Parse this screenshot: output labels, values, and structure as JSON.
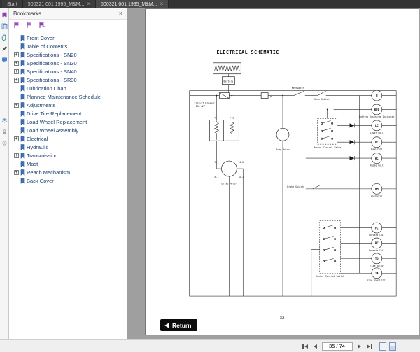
{
  "tab_bar": {
    "close_glyph": "×",
    "tabs": [
      {
        "label": "Start"
      },
      {
        "label": "500321 001 1995_M&M..."
      },
      {
        "label": "500321 001 1995_M&M..."
      }
    ]
  },
  "bookmarks_panel": {
    "title": "Bookmarks",
    "close_glyph": "×",
    "items": [
      {
        "label": "Front Cover",
        "expander": ""
      },
      {
        "label": "Table of Contents",
        "expander": ""
      },
      {
        "label": "Specifications - SN20",
        "expander": "+"
      },
      {
        "label": "Specifications - SN30",
        "expander": "+"
      },
      {
        "label": "Specifications - SN40",
        "expander": "+"
      },
      {
        "label": "Specifications - SR30",
        "expander": "+"
      },
      {
        "label": "Lubrication Chart",
        "expander": ""
      },
      {
        "label": "Planned Maintenance Schedule",
        "expander": ""
      },
      {
        "label": "Adjustments",
        "expander": "+"
      },
      {
        "label": "Drive Tire Replacement",
        "expander": ""
      },
      {
        "label": "Load Wheel Replacement",
        "expander": ""
      },
      {
        "label": "Load Wheel Assembly",
        "expander": ""
      },
      {
        "label": "Electrical",
        "expander": "+"
      },
      {
        "label": "Hydraulic",
        "expander": ""
      },
      {
        "label": "Transmission",
        "expander": "+"
      },
      {
        "label": "Mast",
        "expander": ""
      },
      {
        "label": "Reach Mechanism",
        "expander": "+"
      },
      {
        "label": "Back Cover",
        "expander": ""
      }
    ]
  },
  "page": {
    "return_label": "Return",
    "page_number": "-32-",
    "schematic": {
      "title": "ELECTRICAL SCHEMATIC",
      "battery_label": "Battery",
      "circuit_breaker_label": "Circuit Breaker",
      "circuit_breaker_rating": "(150 AMP)",
      "fuse_label": "P",
      "keyswitch_label": "Keyswitch",
      "horn_switch_label": "Horn Switch",
      "manual_control_valve_label": "Manual Control Valve",
      "pump_motor_label": "Pump Motor",
      "drive_motor_label": "Drive Motor",
      "brake_switch_label": "Brake Switch",
      "master_control_label": "Master Control Switch",
      "resistors": {
        "f1": "F-1",
        "f2": "F-2"
      },
      "terminals": {
        "s1": "S-1",
        "s2": "S-2",
        "a1": "A-1",
        "a2": "A-2"
      },
      "components": [
        {
          "symbol": "H",
          "label": ""
        },
        {
          "symbol": "BDI",
          "label": "Battery Discharge Indicator"
        },
        {
          "symbol": "LC",
          "label": "Lower Coil"
        },
        {
          "symbol": "PC",
          "label": "Pump Coil"
        },
        {
          "symbol": "RC",
          "label": "Raise Coil"
        },
        {
          "symbol": "HM",
          "label": "Hourmeter"
        },
        {
          "symbol": "FC",
          "label": "Forward Coil"
        },
        {
          "symbol": "RC",
          "label": "Reverse Coil"
        },
        {
          "symbol": "TD",
          "label": "Time Delay"
        },
        {
          "symbol": "1A",
          "label": "Slow Speed Coil"
        }
      ]
    }
  },
  "statusbar": {
    "page_indicator": "35 / 74"
  }
}
